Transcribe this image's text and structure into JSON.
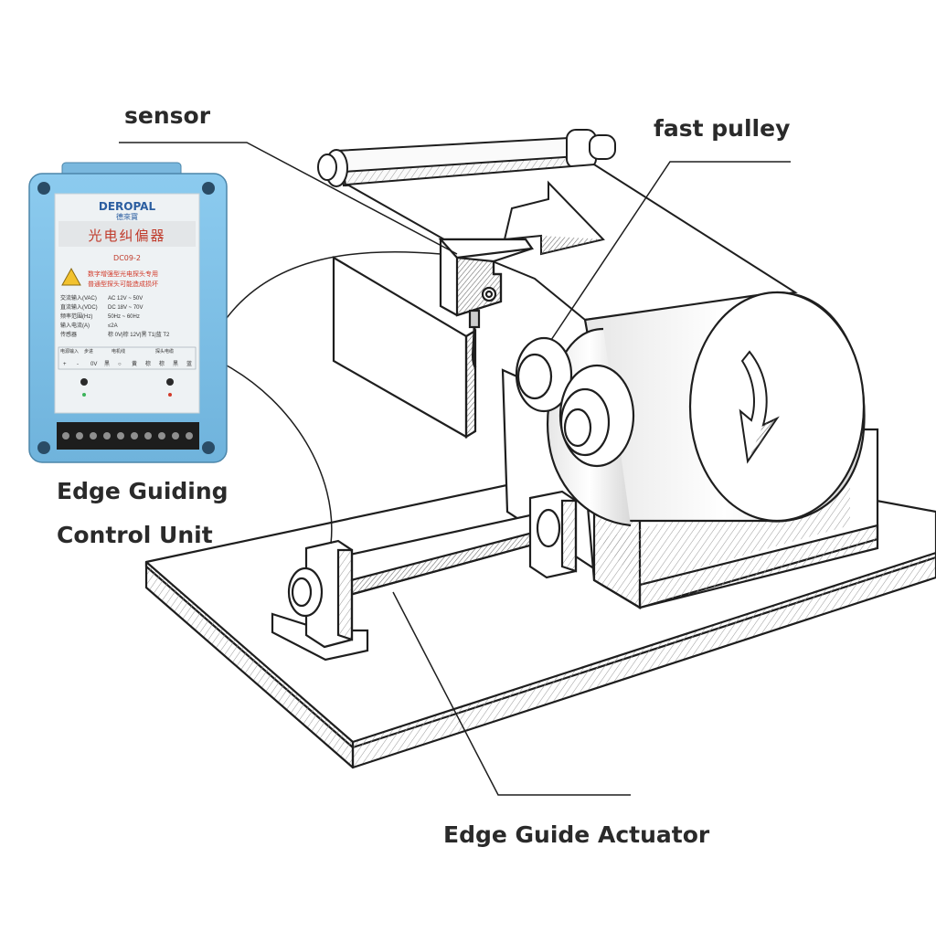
{
  "labels": {
    "sensor": "sensor",
    "fast_pulley": "fast pulley",
    "control_unit_line1": "Edge Guiding",
    "control_unit_line2": "Control Unit",
    "actuator": "Edge Guide Actuator"
  },
  "controller": {
    "brand": "DEROPAL",
    "brand_cn": "德來寶",
    "title_cn": "光电纠偏器",
    "model": "DC09-2",
    "warning_line1": "数字增强型光电探头专用",
    "warning_line2": "普通型探头可能造成损坏",
    "specs": [
      {
        "label": "交流输入(VAC)",
        "value": "AC 12V ~ 50V"
      },
      {
        "label": "直流输入(VDC)",
        "value": "DC 18V ~ 70V"
      },
      {
        "label": "频率范围(Hz)",
        "value": "50Hz ~ 60Hz"
      },
      {
        "label": "输入电流(A)",
        "value": "≤2A"
      },
      {
        "label": "传感器",
        "value": "棕 0V|棕 12V|黑 T1|蓝 T2"
      }
    ],
    "terminal_headers": [
      "电源输入",
      "步进",
      "电机线",
      "探头电缆"
    ],
    "terminal_cells": [
      "+",
      "-",
      "0V",
      "黑",
      "○",
      "黄",
      "棕",
      "棕",
      "黑",
      "蓝"
    ],
    "body_color": "#7fc0e6",
    "panel_color": "#eef2f4",
    "warning_color": "#d23a2a"
  },
  "colors": {
    "line": "#1e1e1e",
    "label": "#2a2a2a"
  }
}
